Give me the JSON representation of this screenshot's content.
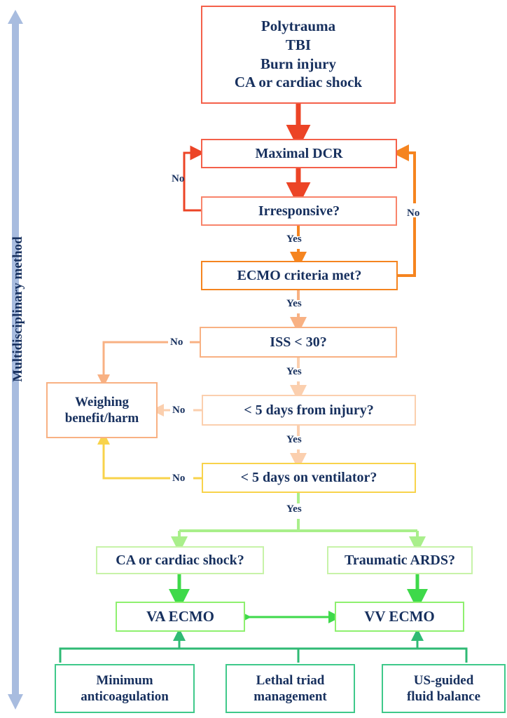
{
  "figure": {
    "type": "flowchart",
    "title": "ECMO decision algorithm in trauma / critical illness",
    "side_label": "Multidisciplinary method",
    "side_arrow": "double-headed-vertical-arrow",
    "palette": {
      "text": "#17305e",
      "stage_red": "#f4604a",
      "stage_red_dark": "#ec4426",
      "stage_orange": "#f5841f",
      "stage_peach": "#f8b183",
      "stage_lightpeach": "#fbcfae",
      "stage_yellow": "#f8d34b",
      "stage_lightgreen": "#a9ef8b",
      "stage_green": "#3ed94a",
      "stage_teal": "#2fba74",
      "side_arrow_blue": "#a8bcdf"
    }
  },
  "nodes": [
    {
      "id": "start",
      "label": "Polytrauma\nTBI\nBurn injury\nCA or cardiac shock"
    },
    {
      "id": "dcr",
      "label": "Maximal DCR"
    },
    {
      "id": "irresponsive",
      "label": "Irresponsive?"
    },
    {
      "id": "criteria",
      "label": "ECMO criteria met?"
    },
    {
      "id": "iss",
      "label": "ISS < 30?"
    },
    {
      "id": "weighing",
      "label": "Weighing\nbenefit/harm"
    },
    {
      "id": "days_injury",
      "label": "< 5 days from injury?"
    },
    {
      "id": "days_vent",
      "label": "< 5 days on ventilator?"
    },
    {
      "id": "ca_shock",
      "label": "CA or cardiac shock?"
    },
    {
      "id": "ards",
      "label": "Traumatic ARDS?"
    },
    {
      "id": "va_ecmo",
      "label": "VA ECMO"
    },
    {
      "id": "vv_ecmo",
      "label": "VV ECMO"
    },
    {
      "id": "min_anticoag",
      "label": "Minimum\nanticoagulation"
    },
    {
      "id": "lethal_triad",
      "label": "Lethal triad\nmanagement"
    },
    {
      "id": "us_fluid",
      "label": "US-guided\nfluid balance"
    }
  ],
  "edge_labels": {
    "no_irresponsive_left": "No",
    "no_criteria_right": "No",
    "yes_irresponsive": "Yes",
    "yes_criteria": "Yes",
    "no_iss": "No",
    "yes_iss": "Yes",
    "no_days_injury": "No",
    "yes_days_injury": "Yes",
    "no_days_vent": "No",
    "yes_days_vent": "Yes"
  },
  "node_text": {
    "start_l1": "Polytrauma",
    "start_l2": "TBI",
    "start_l3": "Burn injury",
    "start_l4": "CA or cardiac shock",
    "dcr": "Maximal DCR",
    "irresponsive": "Irresponsive?",
    "criteria": "ECMO criteria met?",
    "iss": "ISS < 30?",
    "weighing_l1": "Weighing",
    "weighing_l2": "benefit/harm",
    "days_injury": "< 5 days from injury?",
    "days_vent": "< 5 days on ventilator?",
    "ca_shock": "CA or cardiac shock?",
    "ards": "Traumatic ARDS?",
    "va_ecmo": "VA ECMO",
    "vv_ecmo": "VV ECMO",
    "min_anticoag_l1": "Minimum",
    "min_anticoag_l2": "anticoagulation",
    "lethal_triad_l1": "Lethal triad",
    "lethal_triad_l2": "management",
    "us_fluid_l1": "US-guided",
    "us_fluid_l2": "fluid balance"
  }
}
